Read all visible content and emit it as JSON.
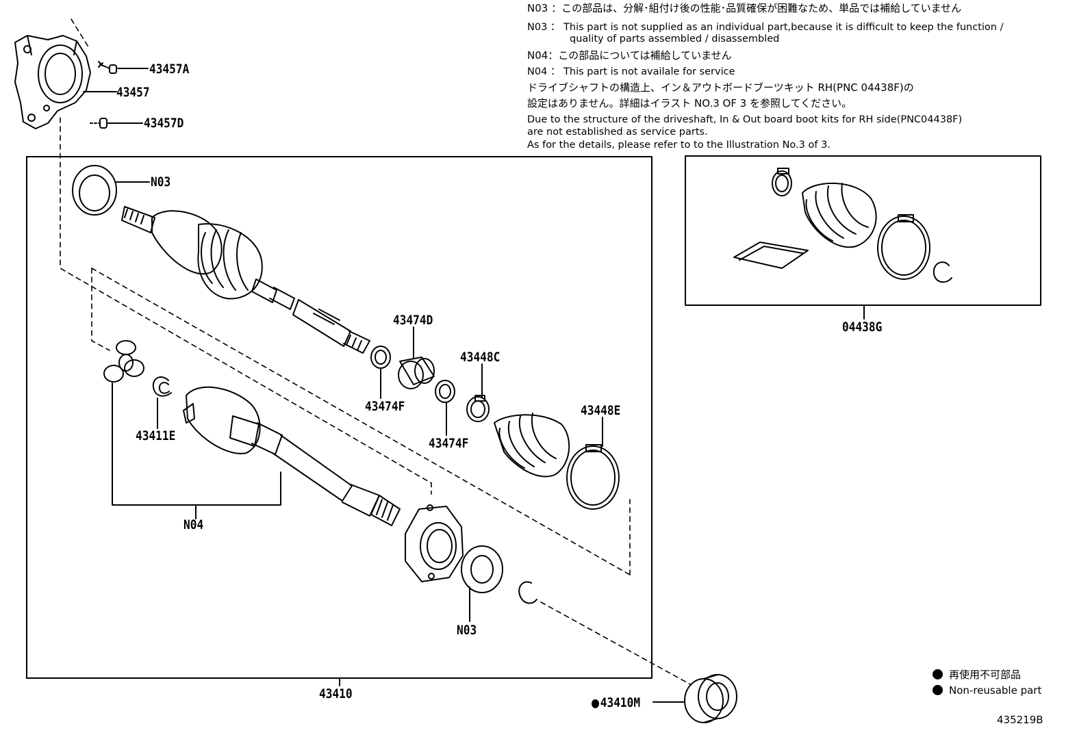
{
  "notes": {
    "n03_ja": "N03 ：この部品は、分解･組付け後の性能･品質確保が困難なため、単品では補給していません",
    "n03_en_1": "N03 ： This part is not supplied as an individual part,because it is difficult to keep the function /",
    "n03_en_2": "quality of parts assembled / disassembled",
    "n04_ja": "N04：この部品については補給していません",
    "n04_en": "N04 ： This part is not availale for service",
    "rh_ja_1": "ドライブシャフトの構造上、イン＆アウトボードブーツキット RH(PNC 04438F)の",
    "rh_ja_2": "設定はありません。詳細はイラスト NO.3 OF 3 を参照してください。",
    "rh_en_1": "Due to the structure of the driveshaft, In & Out board  boot kits for RH side(PNC04438F)",
    "rh_en_2": "are not established as service parts.",
    "rh_en_3": "As for the details, please refer to to the Illustration No.3 of 3."
  },
  "labels": {
    "p43457A": "43457A",
    "p43457": "43457",
    "p43457D": "43457D",
    "n03_top": "N03",
    "p43474D": "43474D",
    "p43448C": "43448C",
    "p43474F_a": "43474F",
    "p43474F_b": "43474F",
    "p43448E": "43448E",
    "p43411E": "43411E",
    "n04": "N04",
    "n03_bottom": "N03",
    "p43410": "43410",
    "p43410M": "43410M",
    "p04438G": "04438G"
  },
  "legend": {
    "ja": "再使用不可部品",
    "en": "Non-reusable part"
  },
  "illustration_code": "435219B"
}
